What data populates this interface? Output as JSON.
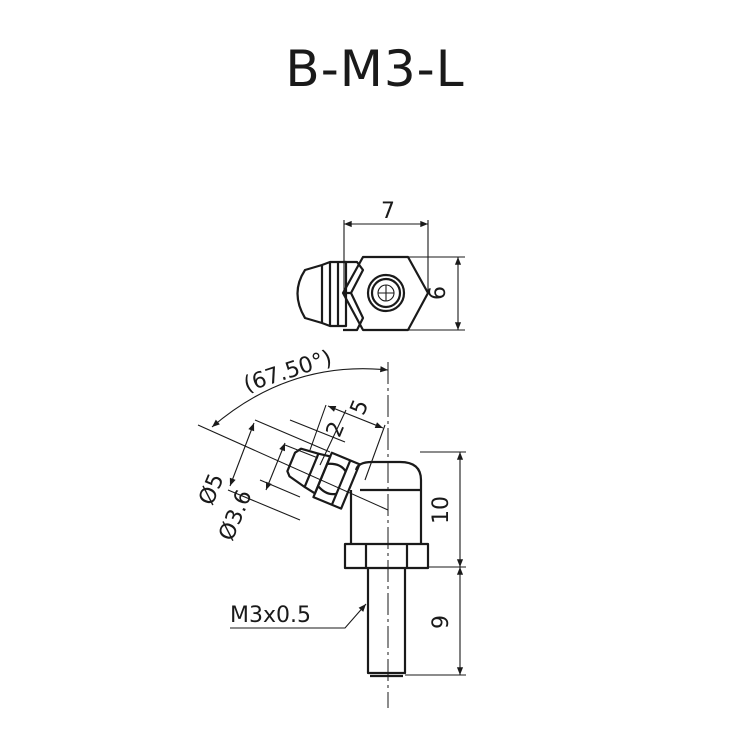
{
  "title": "B-M3-L",
  "dimensions": {
    "top_width": "7",
    "top_height": "6",
    "angle": "(67.50°)",
    "nozzle_length": "5",
    "nozzle_offset": "2",
    "diameter_outer": "Ø5",
    "diameter_inner": "Ø3.6",
    "body_height": "10",
    "thread_length": "9",
    "thread": "M3x0.5"
  }
}
